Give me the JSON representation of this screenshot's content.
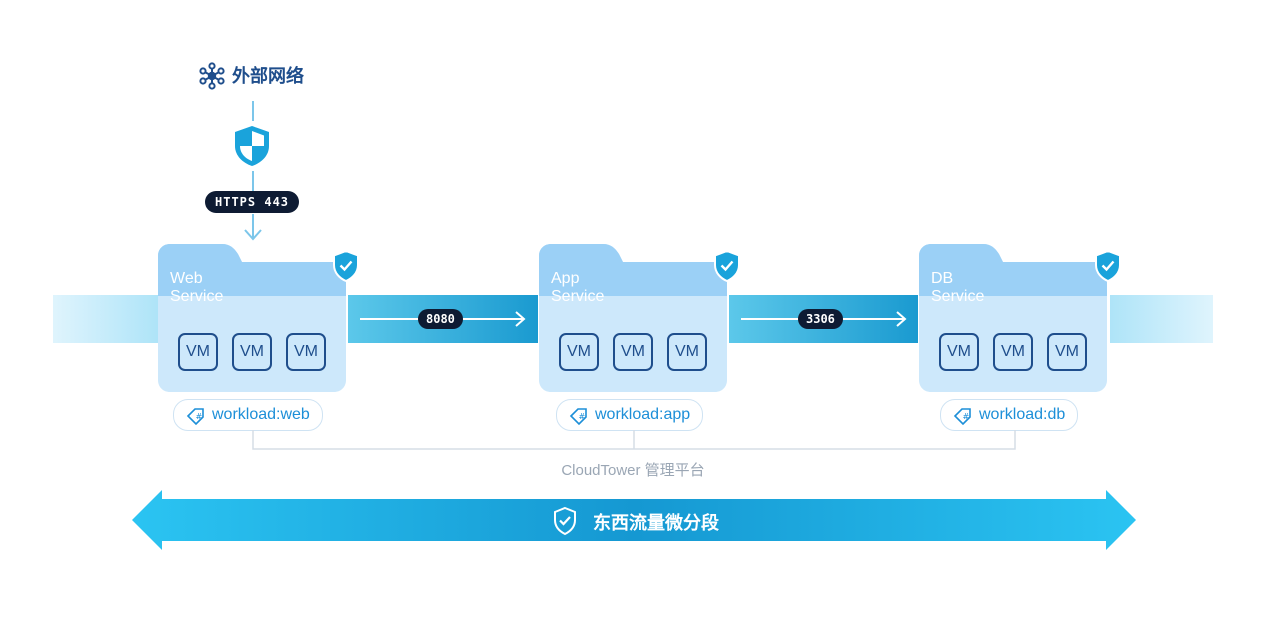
{
  "external_network": {
    "label": "外部网络",
    "icon": "network-hub-icon"
  },
  "firewall": {
    "icon": "security-shield-icon",
    "protocol_label": "HTTPS 443"
  },
  "services": [
    {
      "title": "Web Service",
      "vms": [
        "VM",
        "VM",
        "VM"
      ],
      "tag": "workload:web"
    },
    {
      "title": "App Service",
      "vms": [
        "VM",
        "VM",
        "VM"
      ],
      "tag": "workload:app"
    },
    {
      "title": "DB Service",
      "vms": [
        "VM",
        "VM",
        "VM"
      ],
      "tag": "workload:db"
    }
  ],
  "links": [
    {
      "port": "8080"
    },
    {
      "port": "3306"
    }
  ],
  "management": {
    "label": "CloudTower 管理平台"
  },
  "east_west": {
    "label": "东西流量微分段",
    "icon": "shield-check-icon"
  },
  "colors": {
    "dark_blue": "#1f4e8c",
    "accent_blue": "#1d8fd8",
    "bar_cyan": "#2bc4f2",
    "badge_dark": "#0e1b33"
  }
}
